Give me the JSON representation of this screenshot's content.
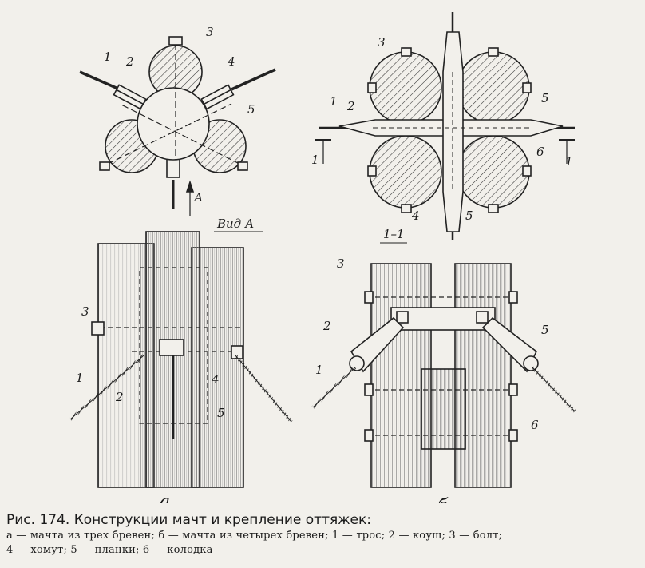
{
  "labels": {
    "n1": "1",
    "n2": "2",
    "n3": "3",
    "n4": "4",
    "n5": "5",
    "n6": "6",
    "view_a": "Вид А",
    "arrow_a": "А",
    "section": "1–1",
    "sub_a": "а",
    "sub_b": "б"
  },
  "caption": {
    "title": "Рис. 174. Конструкции мачт и крепление оттяжек:",
    "legend_line1": "а — мачта из трех бревен; б — мачта из четырех бревен; 1 — трос; 2 — коуш; 3 — болт;",
    "legend_line2": "4 — хомут; 5 — планки; 6 — колодка"
  }
}
